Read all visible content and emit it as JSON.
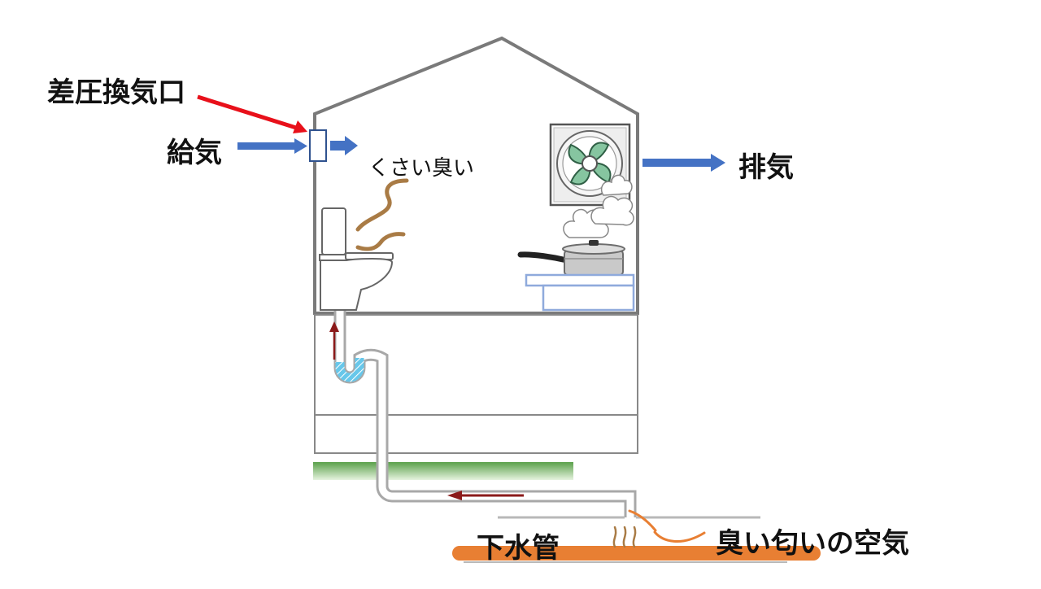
{
  "labels": {
    "vent": "差圧換気口",
    "supply": "給気",
    "exhaust": "排気",
    "bad_smell": "くさい臭い",
    "sewer_pipe": "下水管",
    "smelly_air": "臭い匂いの空気"
  },
  "colors": {
    "house_outline": "#7a7a7a",
    "flow_arrow": "#4472c4",
    "pointer_arrow": "#e8101a",
    "smell_brown": "#a97b45",
    "fan_green": "#86c5a0",
    "water_blue": "#67c7ea",
    "trap_arrow": "#8b1a1a",
    "ground_green": "#6fae5c",
    "sewer_orange": "#e87f33",
    "pipe_gray": "#b8b8b8",
    "counter_blue": "#8faadc"
  },
  "icons": [
    "toilet-icon",
    "exhaust-fan-icon",
    "pot-icon",
    "steam-icon",
    "s-trap-pipe-icon"
  ]
}
